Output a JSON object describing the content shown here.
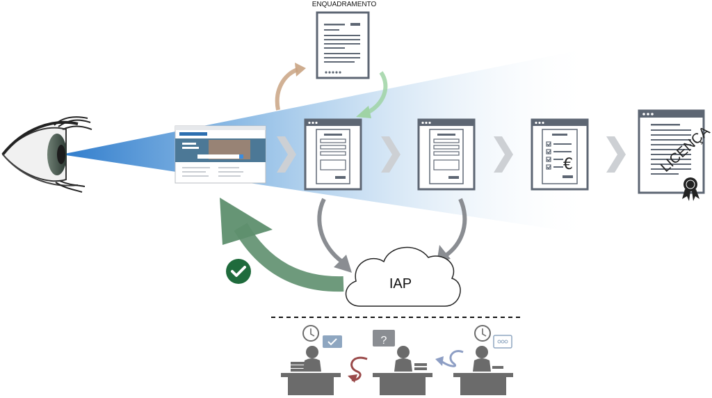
{
  "diagram": {
    "top_label": "ENQUADRAMENTO",
    "cloud_label": "IAP",
    "license_label": "LICENÇA",
    "euro_symbol": "€",
    "question_mark": "?",
    "colors": {
      "beam": "#3f86cf",
      "window_frame": "#5d6673",
      "chevron": "#cdd0d4",
      "green_arrow": "#5e8f6e",
      "check_badge": "#1f6b3c",
      "orange_arrow": "#c9a382",
      "light_green_arrow": "#9fd3a5",
      "gray_arrow": "#8a8d92",
      "person": "#6b6b6b",
      "red_arrow": "#9a4a4a",
      "blue_arrow": "#8d9ec4"
    },
    "icons": [
      "eye-icon",
      "form-window-icon",
      "checklist-window-icon",
      "license-document-icon",
      "seal-icon",
      "clock-icon",
      "check-icon"
    ]
  }
}
